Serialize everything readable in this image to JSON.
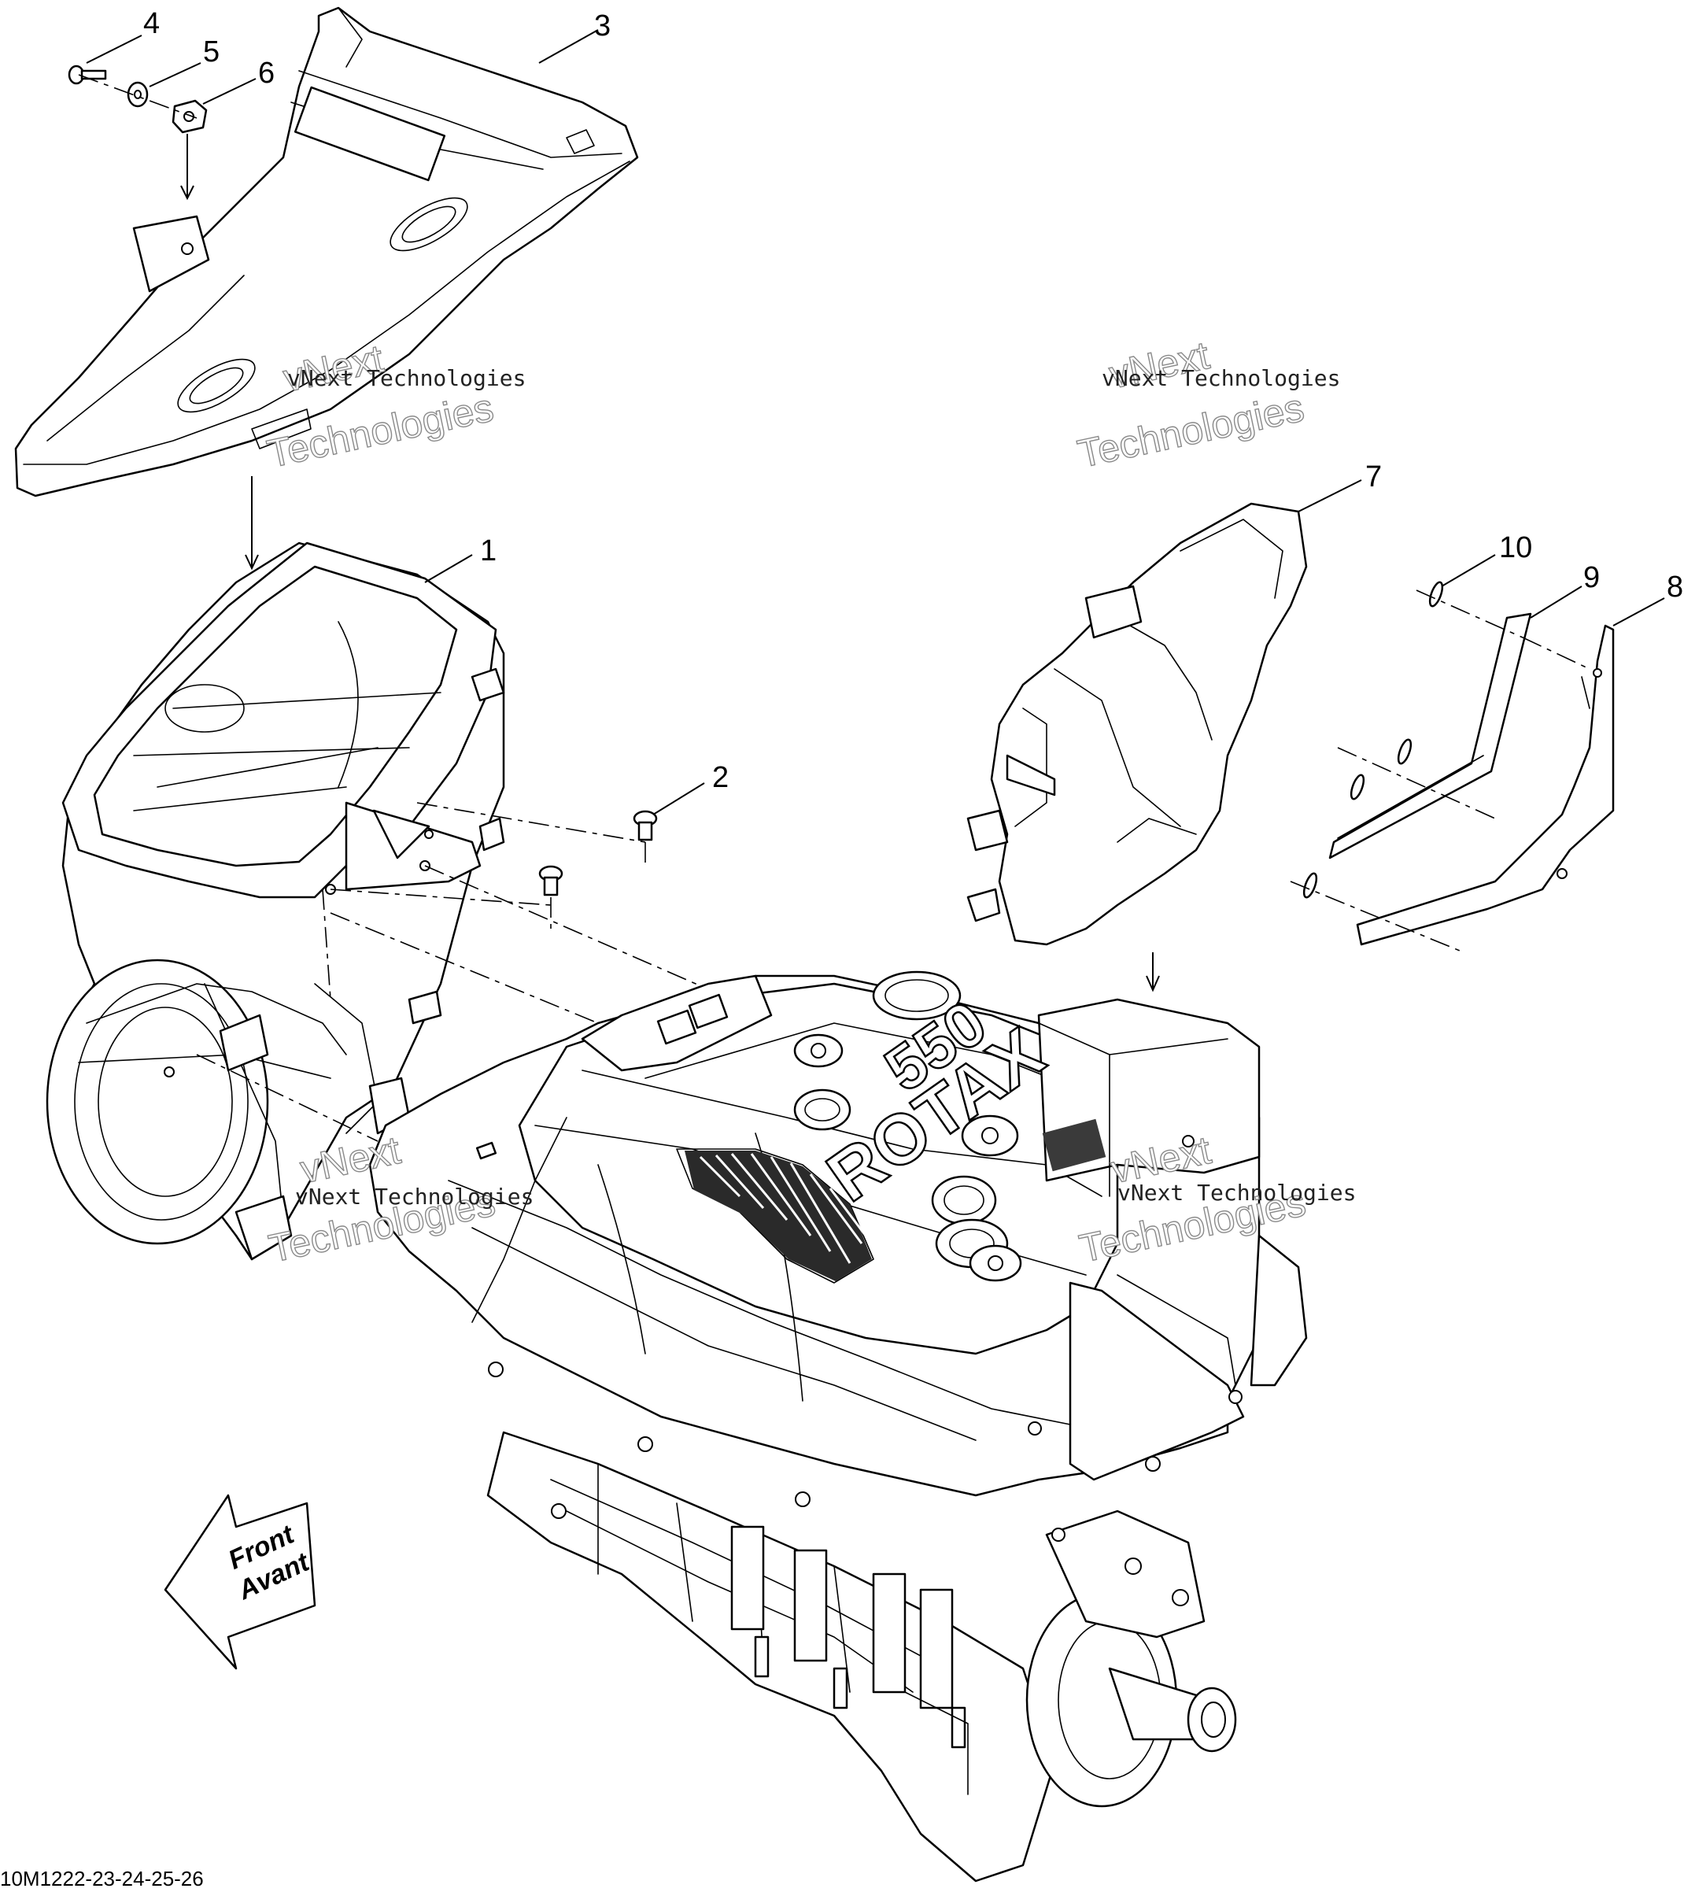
{
  "callouts": [
    {
      "id": "c1",
      "label": "1"
    },
    {
      "id": "c2",
      "label": "2"
    },
    {
      "id": "c3",
      "label": "3"
    },
    {
      "id": "c4",
      "label": "4"
    },
    {
      "id": "c5",
      "label": "5"
    },
    {
      "id": "c6",
      "label": "6"
    },
    {
      "id": "c7",
      "label": "7"
    },
    {
      "id": "c8",
      "label": "8"
    },
    {
      "id": "c9",
      "label": "9"
    },
    {
      "id": "c10",
      "label": "10"
    }
  ],
  "watermark": {
    "line": "vNext Technologies",
    "word1": "vNext",
    "word2": "Technologies"
  },
  "engine": {
    "brand": "ROTAX",
    "model": "550"
  },
  "front_indicator": {
    "line1": "Front",
    "line2": "Avant"
  },
  "diagram_code": "10M1222-23-24-25-26"
}
